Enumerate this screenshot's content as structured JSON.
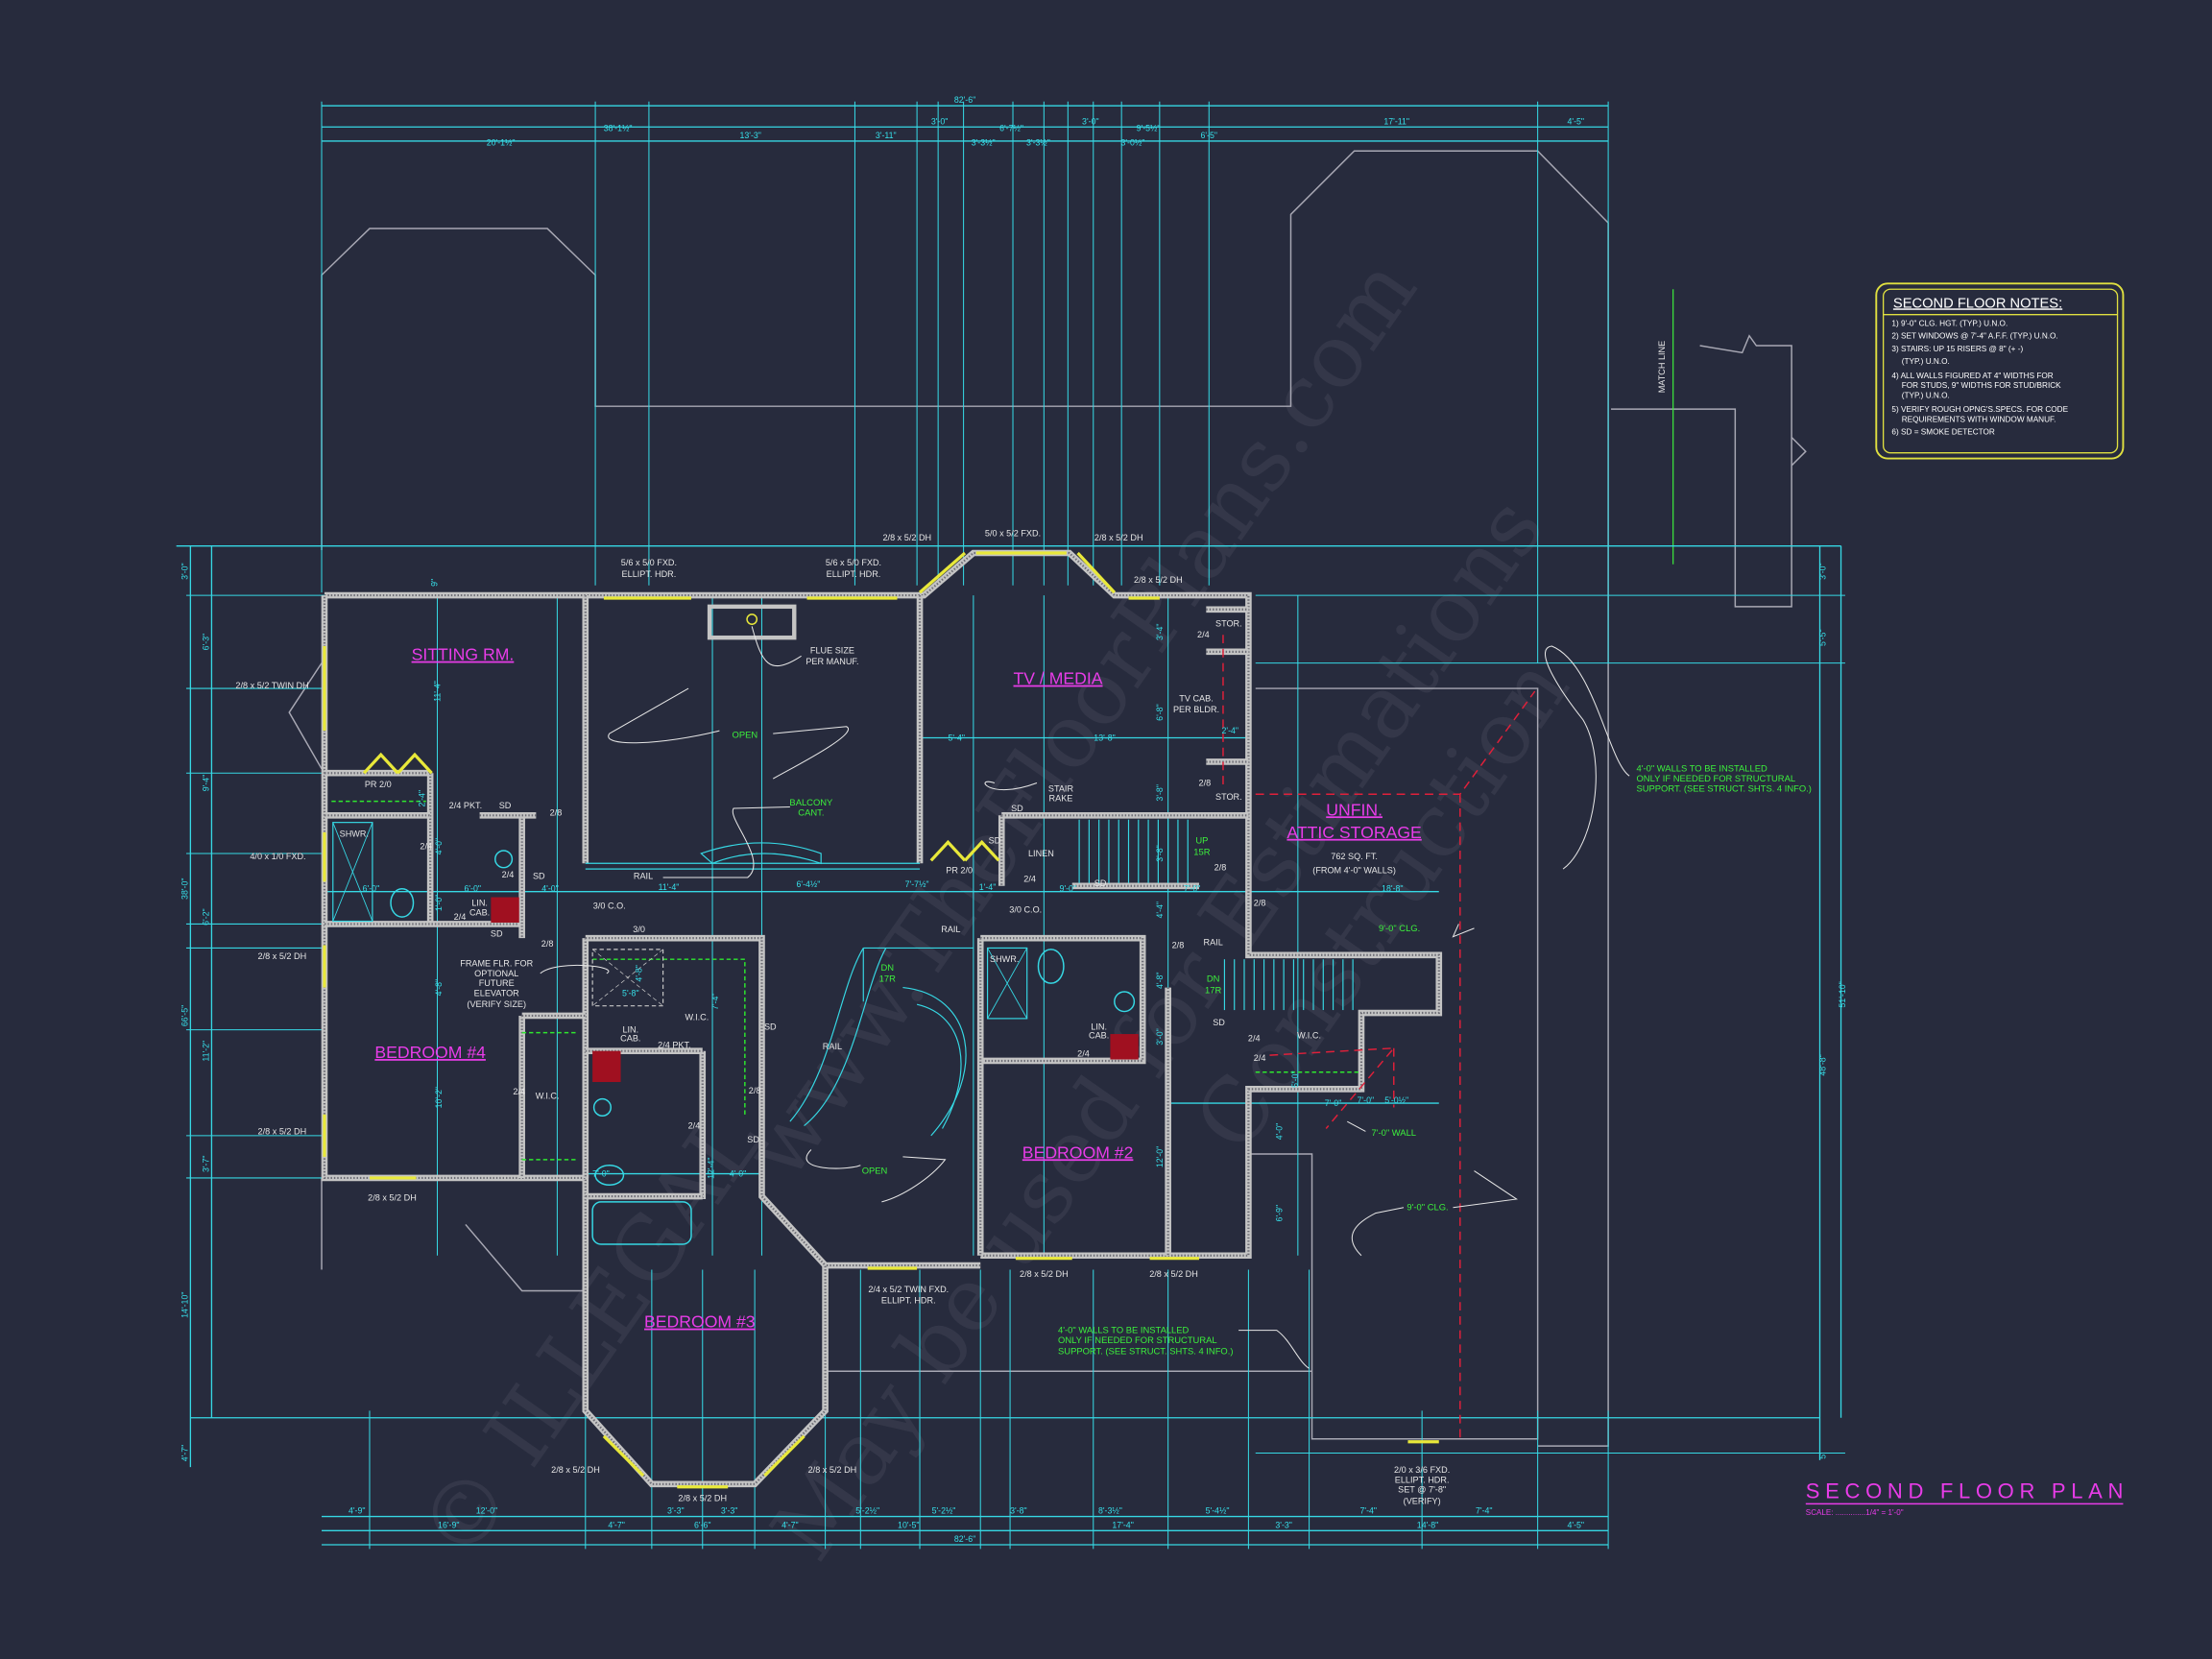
{
  "dimensions": {
    "top": [
      "82'-6\"",
      "38'-1½\"",
      "3'-0\"",
      "6'-7½\"",
      "3'-0\"",
      "9'-5½\"",
      "17'-11\"",
      "4'-5\"",
      "20'-1½\"",
      "13'-3\"",
      "3'-11\"",
      "3'-3½\"",
      "3'-3½\"",
      "3'-0½\"",
      "6'-5\""
    ],
    "bottom": [
      "4'-9\"",
      "12'-0\"",
      "3'-3\"",
      "3'-3\"",
      "5'-2½\"",
      "5'-2½\"",
      "3'-8\"",
      "8'-3½\"",
      "5'-4½\"",
      "7'-4\"",
      "7'-4\"",
      "16'-9\"",
      "4'-7\"",
      "6'-6\"",
      "4'-7\"",
      "10'-5\"",
      "17'-4\"",
      "3'-3\"",
      "14'-8\"",
      "4'-5\"",
      "82'-6\""
    ],
    "left": [
      "3'-0\"",
      "6'-3\"",
      "9'-4\"",
      "6'-2\"",
      "38'-0\"",
      "11'-2\"",
      "3'-7\"",
      "66'-5\"",
      "14'-10\"",
      "4'-7\""
    ],
    "right": [
      "3'-0\"",
      "5'-5\"",
      "51'-10\"",
      "48'-8\"",
      "5'"
    ],
    "interior": [
      "5'-4\"",
      "13'-8\"",
      "2'-4\"",
      "11'-4\"",
      "6'-4½\"",
      "7'-7½\"",
      "9'-0\"",
      "7'-0\"",
      "18'-8\"",
      "6'-0\"",
      "6'-0\"",
      "4'-0\"",
      "11'-4\"",
      "1'-4\"",
      "3'-4\"",
      "6'-8\"",
      "3'-8\"",
      "3'-8\"",
      "4'-4\"",
      "4'-8\"",
      "3'-0\"",
      "12'-0\"",
      "5'-0\"",
      "7'-0\"",
      "5'-0½\"",
      "4'-0\"",
      "6'-9\"",
      "1'-0\"",
      "4'-8\"",
      "10'-2\"",
      "5'-8\"",
      "4'-8\"",
      "7'-4\"",
      "12'-4\"",
      "4'-0\"",
      "7'-0\"",
      "4'-0\"",
      "2'-4\"",
      "7'-0\"",
      "9\""
    ]
  },
  "rooms": [
    "SITTING RM.",
    "TV / MEDIA",
    "UNFIN.",
    "ATTIC STORAGE",
    "BEDROOM #4",
    "BEDROOM #2",
    "BEDROOM #3"
  ],
  "attic_area": [
    "762 SQ. FT.",
    "(FROM 4'-0\" WALLS)"
  ],
  "windows": [
    "5/6 x 5/0 FXD.",
    "ELLIPT. HDR.",
    "5/6 x 5/0 FXD.",
    "ELLIPT. HDR.",
    "2/8 x 5/2 DH",
    "5/0 x 5/2 FXD.",
    "2/8 x 5/2 DH",
    "2/8 x 5/2 DH",
    "2/8 x 5/2 TWIN DH",
    "4/0 x 1/0 FXD.",
    "2/8 x 5/2 DH",
    "2/8 x 5/2 DH",
    "2/8 x 5/2 DH",
    "2/8 x 5/2 DH",
    "2/8 x 5/2 DH",
    "2/8 x 5/2 DH",
    "2/4 x 5/2 TWIN FXD.",
    "ELLIPT. HDR.",
    "2/8 x 5/2 DH",
    "2/8 x 5/2 DH",
    "2/0 x 3/6 FXD.",
    "ELLIPT. HDR.",
    "SET @ 7'-8\"",
    "(VERIFY)"
  ],
  "annotations": [
    "FLUE SIZE",
    "PER MANUF.",
    "TV CAB.",
    "PER BLDR.",
    "STAIR",
    "RAKE",
    "STOR.",
    "STOR.",
    "LINEN",
    "PR 2/0",
    "PR 2/0",
    "SHWR.",
    "SHWR.",
    "LIN.",
    "CAB.",
    "LIN.",
    "CAB.",
    "LIN.",
    "CAB.",
    "W.I.C.",
    "W.I.C.",
    "W.I.C.",
    "2/4 PKT.",
    "2/4 PKT.",
    "3/0 C.O.",
    "3/0 C.O.",
    "3/0",
    "RAIL",
    "RAIL",
    "RAIL",
    "RAIL",
    "FRAME FLR. FOR",
    "OPTIONAL",
    "FUTURE",
    "ELEVATOR",
    "(VERIFY SIZE)",
    "2/8",
    "2/4",
    "2/4",
    "2/8",
    "2/4",
    "2/4",
    "2/8",
    "2/4",
    "2/8",
    "2/4",
    "2/8",
    "2/8",
    "2/4",
    "2/4",
    "2/4",
    "2/8",
    "2/4",
    "SD",
    "SD",
    "SD",
    "SD",
    "SD",
    "SD",
    "SD",
    "SD",
    "SD",
    "MATCH LINE"
  ],
  "green_notes": [
    "OPEN",
    "BALCONY",
    "CANT.",
    "OPEN",
    "DN",
    "17R",
    "DN",
    "17R",
    "UP",
    "15R",
    "9'-0\" CLG.",
    "7'-0\" WALL",
    "9'-0\" CLG.",
    "4'-0\" WALLS TO BE INSTALLED",
    "ONLY IF NEEDED FOR STRUCTURAL",
    "SUPPORT. (SEE STRUCT. SHTS. 4 INFO.)",
    "4'-0\" WALLS TO BE INSTALLED",
    "ONLY IF NEEDED FOR STRUCTURAL",
    "SUPPORT. (SEE STRUCT. SHTS. 4 INFO.)"
  ],
  "notes_box": {
    "title": "SECOND FLOOR NOTES:",
    "items": [
      "1) 9'-0\" CLG. HGT. (TYP.) U.N.O.",
      "2) SET WINDOWS @ 7'-4\" A.F.F. (TYP.) U.N.O.",
      "3) STAIRS: UP 15 RISERS @ 8\" (+ -)",
      "(TYP.) U.N.O.",
      "4) ALL WALLS FIGURED AT 4\" WIDTHS FOR",
      "FOR STUDS, 9\" WIDTHS FOR STUD/BRICK",
      "(TYP.) U.N.O.",
      "5) VERIFY ROUGH OPNG'S.SPECS. FOR CODE",
      "REQUIREMENTS WITH WINDOW MANUF.",
      "6) SD = SMOKE DETECTOR"
    ]
  },
  "title_block": {
    "title": "SECOND FLOOR PLAN",
    "scale": "SCALE: ..............1/4\" = 1'-0\""
  },
  "watermark": [
    "© ILLEGAL",
    "www.TheFloorPlans.com",
    "Construction",
    "May be used for Estimations"
  ],
  "colors": {
    "background": "#272b3d",
    "dimension": "#36d8e4",
    "room_label": "#e83ce8",
    "note": "#3cf03c",
    "window": "#e8e83a",
    "wall": "#c4c4c4"
  }
}
